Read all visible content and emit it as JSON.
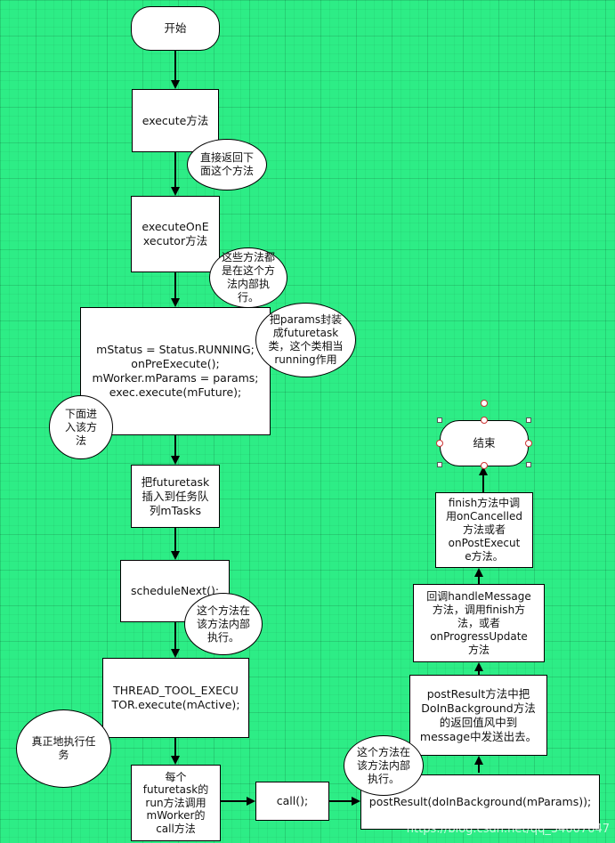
{
  "nodes": {
    "start": "开始",
    "execute": "execute方法",
    "execute_on_executor": "executeOnE\nxecutor方法",
    "main_block": "mStatus = Status.RUNNING;\nonPreExecute();\nmWorker.mParams = params;\nexec.execute(mFuture);",
    "insert_task": "把futuretask\n插入到任务队\n列mTasks",
    "schedule_next": "scheduleNext();",
    "thread_executor": "THREAD_TOOL_EXECU\nTOR.execute(mActive);",
    "run_method": "每个\nfuturetask的\nrun方法调用\nmWorker的\ncall方法",
    "call": "call();",
    "post_result_call": "postResult(doInBackground(mParams));",
    "post_result_method": "postResult方法中把\nDoInBackground方法\n的返回值风中到\nmessage中发送出去。",
    "handle_message": "回调handleMessage\n方法，调用finish方\n法，或者\nonProgressUpdate\n方法",
    "finish": "finish方法中调\n用onCancelled\n方法或者\nonPostExecut\ne方法。",
    "end": "结束"
  },
  "callouts": {
    "direct_return": "直接返回下\n面这个方法",
    "inside_executed": "这些方法都\n是在这个方\n法内部执\n行。",
    "wrap_params": "把params封装\n成futuretask\n类，这个类相当\nrunning作用",
    "go_into": "下面进\n入该方\n法",
    "inside_method_1": "这个方法在\n该方法内部\n执行。",
    "really_execute": "真正地执行任\n务",
    "inside_method_2": "这个方法在\n该方法内部\n执行。"
  },
  "watermark": "https://blog.csdn.net/qq_34007647"
}
